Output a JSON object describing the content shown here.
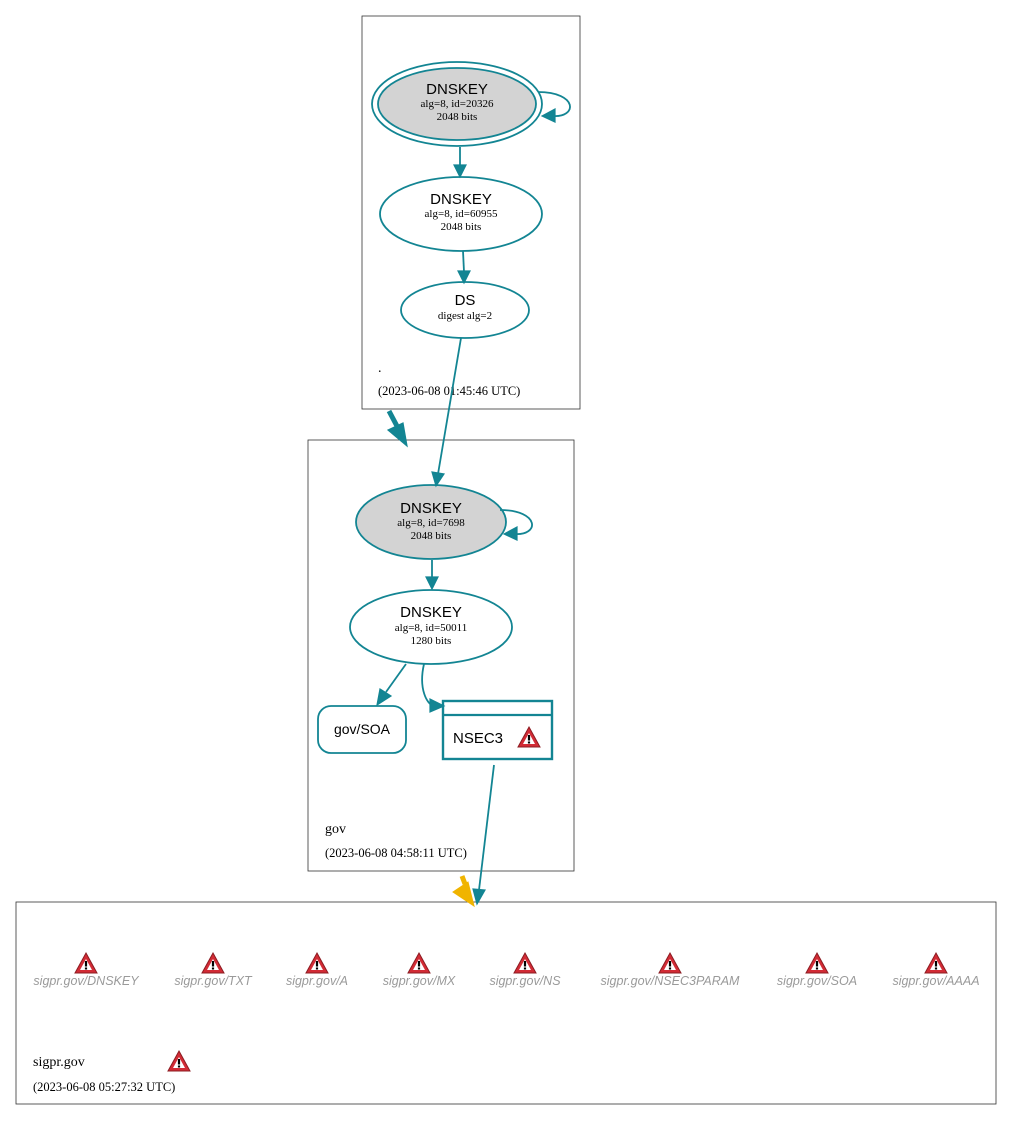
{
  "colors": {
    "edge": "#138593",
    "ksk_fill": "#d3d3d3",
    "warning": "#d22b35",
    "delegation_warning": "#f0b400",
    "missing_text": "#9a9a9a"
  },
  "zones": {
    "root": {
      "label": ".",
      "timestamp": "(2023-06-08 01:45:46 UTC)",
      "ksk": {
        "title": "DNSKEY",
        "line1": "alg=8, id=20326",
        "line2": "2048 bits"
      },
      "zsk": {
        "title": "DNSKEY",
        "line1": "alg=8, id=60955",
        "line2": "2048 bits"
      },
      "ds": {
        "title": "DS",
        "line1": "digest alg=2"
      }
    },
    "gov": {
      "label": "gov",
      "timestamp": "(2023-06-08 04:58:11 UTC)",
      "ksk": {
        "title": "DNSKEY",
        "line1": "alg=8, id=7698",
        "line2": "2048 bits"
      },
      "zsk": {
        "title": "DNSKEY",
        "line1": "alg=8, id=50011",
        "line2": "1280 bits"
      },
      "soa": {
        "label": "gov/SOA"
      },
      "nsec3": {
        "label": "NSEC3",
        "icon": "warning-icon"
      }
    },
    "sigpr": {
      "label": "sigpr.gov",
      "timestamp": "(2023-06-08 05:27:32 UTC)",
      "icon": "warning-icon",
      "rrsets": [
        {
          "label": "sigpr.gov/DNSKEY",
          "icon": "warning-icon"
        },
        {
          "label": "sigpr.gov/TXT",
          "icon": "warning-icon"
        },
        {
          "label": "sigpr.gov/A",
          "icon": "warning-icon"
        },
        {
          "label": "sigpr.gov/MX",
          "icon": "warning-icon"
        },
        {
          "label": "sigpr.gov/NS",
          "icon": "warning-icon"
        },
        {
          "label": "sigpr.gov/NSEC3PARAM",
          "icon": "warning-icon"
        },
        {
          "label": "sigpr.gov/SOA",
          "icon": "warning-icon"
        },
        {
          "label": "sigpr.gov/AAAA",
          "icon": "warning-icon"
        }
      ]
    }
  }
}
